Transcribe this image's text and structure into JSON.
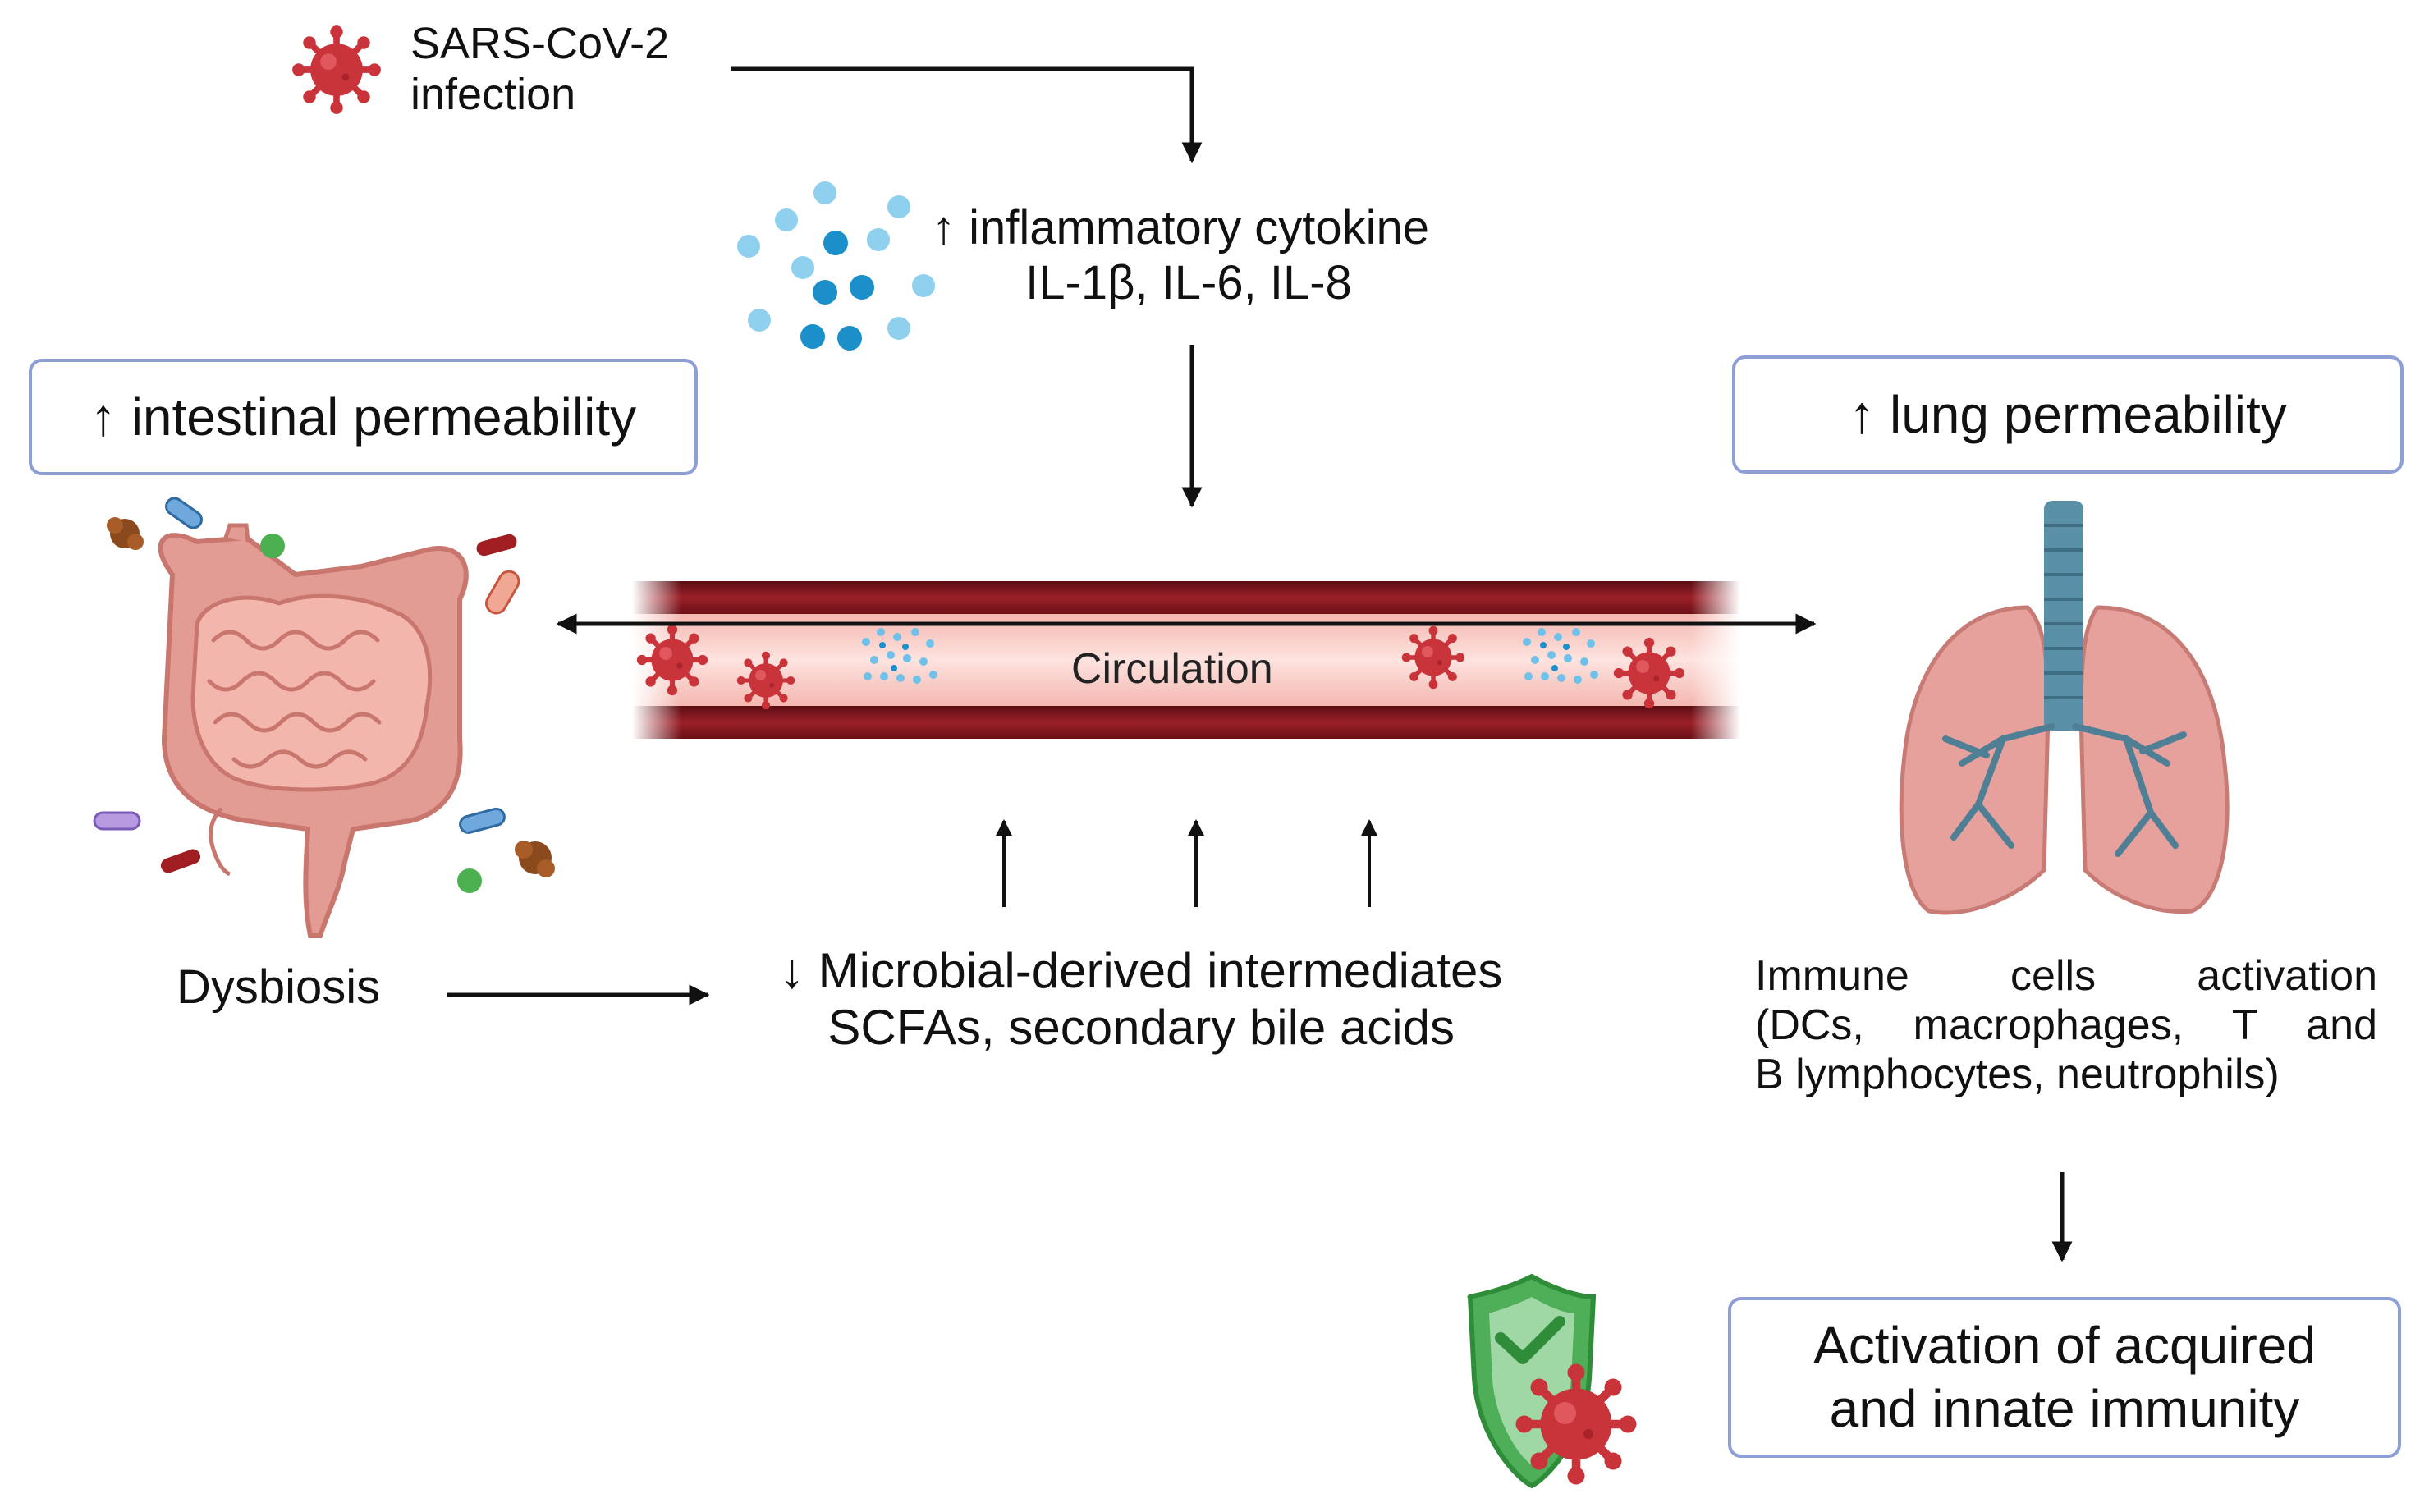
{
  "infection": {
    "line1": "SARS-CoV-2",
    "line2": "infection"
  },
  "cytokine": {
    "line1": "↑ inflammatory cytokine",
    "line2": "IL-1β, IL-6, IL-8"
  },
  "intestinal_box": {
    "label": "↑ intestinal permeability"
  },
  "lung_box": {
    "label": "↑ lung permeability"
  },
  "vessel": {
    "label": "Circulation"
  },
  "dysbiosis": {
    "label": "Dysbiosis"
  },
  "metabolites": {
    "line1": "↓ Microbial-derived intermediates",
    "line2": "SCFAs, secondary bile acids"
  },
  "immune": {
    "line1": "Immune cells activation",
    "line2": "(DCs, macrophages, T and",
    "line3": "B lymphocytes, neutrophils)"
  },
  "immunity_box": {
    "line1": "Activation of acquired",
    "line2": "and innate immunity"
  },
  "colors": {
    "box_border": "#8d9fd6",
    "vessel_wall": "#8e1b22",
    "vessel_lumen": "#fbd6d2",
    "virus": "#c9333a",
    "cytokine_light": "#8fd0ef",
    "cytokine_dark": "#1a8fc9",
    "intestine": "#e39c93",
    "lung": "#e7a19c",
    "trachea": "#5a8fa8",
    "shield": "#4fae58"
  },
  "icons": [
    "virus-icon",
    "cytokine-cluster-icon",
    "intestine-icon",
    "lung-icon",
    "shield-check-icon"
  ]
}
